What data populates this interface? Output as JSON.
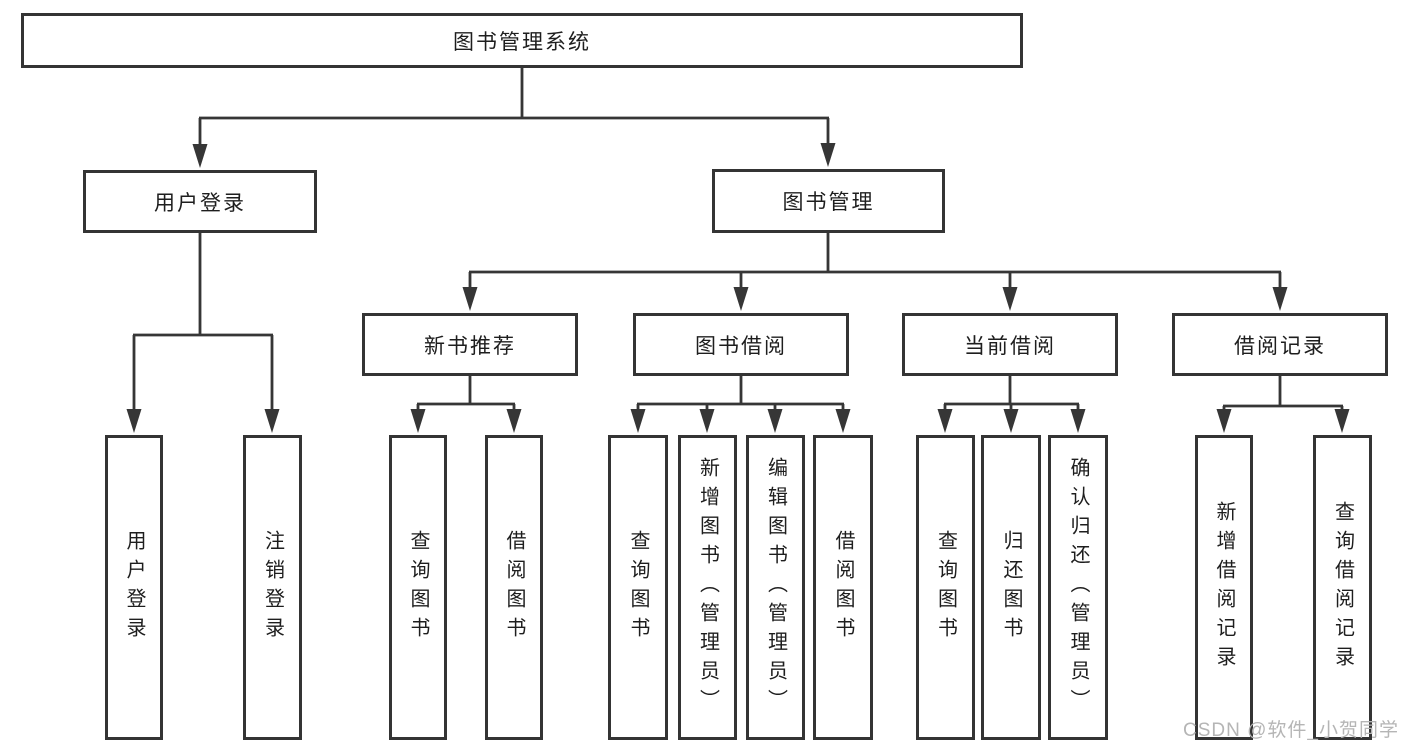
{
  "nodes": {
    "root": "图书管理系统",
    "user_login": "用户登录",
    "book_mgmt": "图书管理",
    "new_book_rec": "新书推荐",
    "book_borrow": "图书借阅",
    "current_borrow": "当前借阅",
    "borrow_records": "借阅记录",
    "leaf_user_login": "用户登录",
    "leaf_logout": "注销登录",
    "leaf_query_book_1": "查询图书",
    "leaf_borrow_book_1": "借阅图书",
    "leaf_query_book_2": "查询图书",
    "leaf_add_book": "新增图书（管理员）",
    "leaf_edit_book": "编辑图书（管理员）",
    "leaf_borrow_book_2": "借阅图书",
    "leaf_query_book_3": "查询图书",
    "leaf_return_book": "归还图书",
    "leaf_confirm_return": "确认归还（管理员）",
    "leaf_add_record": "新增借阅记录",
    "leaf_query_record": "查询借阅记录"
  },
  "hierarchy": {
    "图书管理系统": {
      "用户登录": [
        "用户登录",
        "注销登录"
      ],
      "图书管理": {
        "新书推荐": [
          "查询图书",
          "借阅图书"
        ],
        "图书借阅": [
          "查询图书",
          "新增图书（管理员）",
          "编辑图书（管理员）",
          "借阅图书"
        ],
        "当前借阅": [
          "查询图书",
          "归还图书",
          "确认归还（管理员）"
        ],
        "借阅记录": [
          "新增借阅记录",
          "查询借阅记录"
        ]
      }
    }
  },
  "watermark": "CSDN @软件_小贺同学",
  "colors": {
    "line": "#363636",
    "box_border": "#343434",
    "text": "#1e1e1e",
    "watermark": "#b5b5b5",
    "background": "#ffffff"
  }
}
